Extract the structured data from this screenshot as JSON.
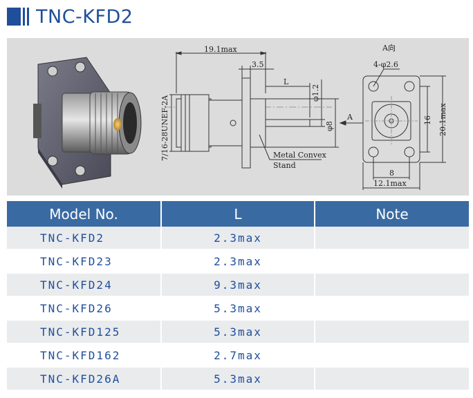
{
  "header": {
    "title": "TNC-KFD2"
  },
  "drawing": {
    "dim_overall_length": "19.1max",
    "dim_flange_width": "3.5",
    "dim_pin_length": "L",
    "dim_pin_diameter": "φ1.2",
    "dim_body_diameter": "φ8",
    "view_arrow": "A",
    "thread_spec": "7/16-28UNEF-2A",
    "callout_line1": "Metal Convex",
    "callout_line2": "Stand",
    "view_label": "A向",
    "hole_spec": "4-φ2.6",
    "dim_hole_spacing_v": "16",
    "dim_flange_height": "20.1max",
    "dim_hole_spacing_h": "8",
    "dim_flange_width_max": "12.1max"
  },
  "table": {
    "headers": {
      "model": "Model No.",
      "length": "L",
      "note": "Note"
    },
    "rows": [
      {
        "model": "TNC-KFD2",
        "length": "2.3max",
        "note": ""
      },
      {
        "model": "TNC-KFD23",
        "length": "2.3max",
        "note": ""
      },
      {
        "model": "TNC-KFD24",
        "length": "9.3max",
        "note": ""
      },
      {
        "model": "TNC-KFD26",
        "length": "5.3max",
        "note": ""
      },
      {
        "model": "TNC-KFD125",
        "length": "5.3max",
        "note": ""
      },
      {
        "model": "TNC-KFD162",
        "length": "2.7max",
        "note": ""
      },
      {
        "model": "TNC-KFD26A",
        "length": "5.3max",
        "note": ""
      }
    ]
  }
}
